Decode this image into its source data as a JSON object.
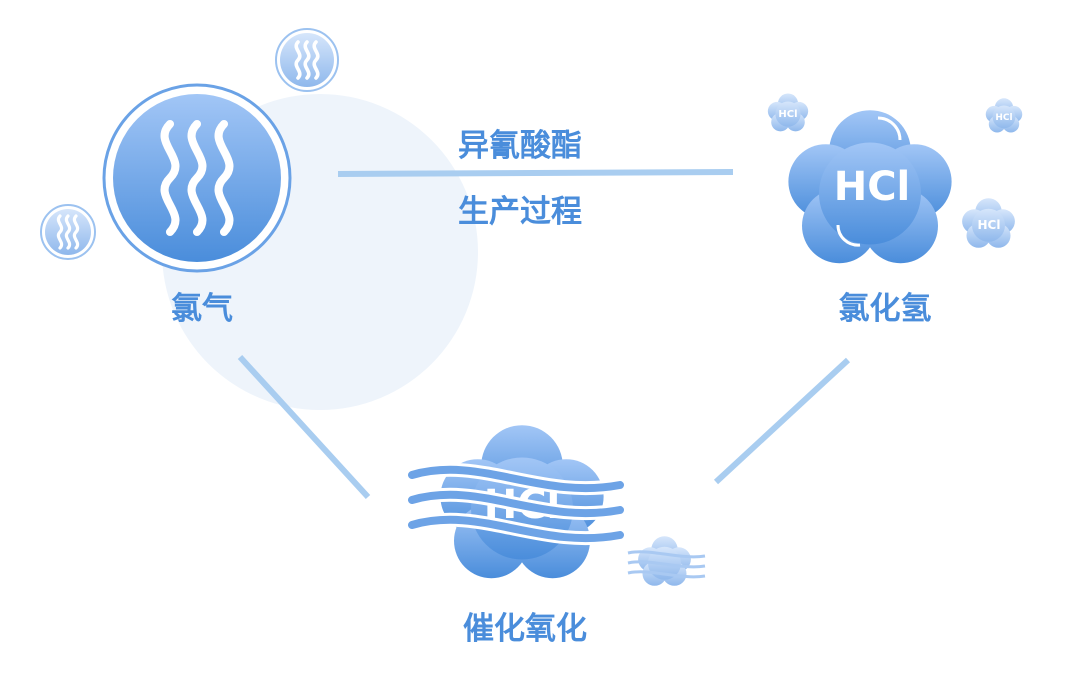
{
  "center": {
    "line1": "异氰酸酯",
    "line2": "生产过程"
  },
  "nodes": {
    "chlorine": {
      "label": "氯气",
      "icon": "steam-icon"
    },
    "hydrogen_chloride": {
      "label": "氯化氢",
      "icon": "hcl-cloud-icon",
      "cloud_text": "HCl"
    },
    "catalytic_oxidation": {
      "label": "催化氧化",
      "icon": "hcl-cloud-wind-icon",
      "cloud_text": "HCl"
    }
  },
  "colors": {
    "text": "#4a8ddb",
    "connector": "#a9cdf0",
    "gradient_top": "#9cc2f5",
    "gradient_bottom": "#4a8ddb",
    "background_circle": "#eef4fb"
  }
}
